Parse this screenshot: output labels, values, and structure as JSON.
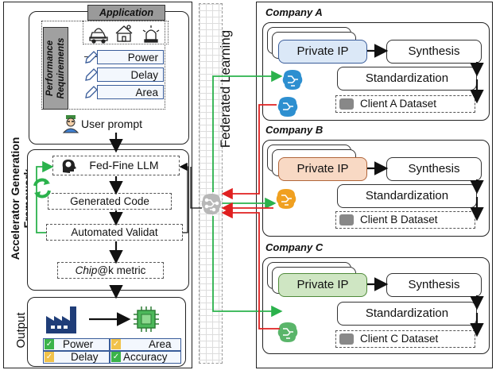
{
  "framework_label": "Accelerator Generation Framework",
  "application": {
    "title": "Application",
    "perf_label": "Performance Requirements",
    "requirements": [
      "Power",
      "Delay",
      "Area"
    ],
    "user_prompt": "User prompt"
  },
  "pipeline": {
    "llm": "Fed-Fine LLM",
    "generated_code": "Generated Code",
    "validation": "Automated Validat",
    "metric_italic": "Chip",
    "metric_rest": "@k metric"
  },
  "federated_label": "Federated Learning",
  "output": {
    "label": "Output",
    "metrics": [
      "Power",
      "Area",
      "Delay",
      "Accuracy"
    ]
  },
  "companies": [
    {
      "name": "Company A",
      "private_ip": "Private IP",
      "synthesis": "Synthesis",
      "standardization": "Standardization",
      "dataset": "Client A Dataset",
      "ip_color": "#dbe8f7"
    },
    {
      "name": "Company B",
      "private_ip": "Private IP",
      "synthesis": "Synthesis",
      "standardization": "Standardization",
      "dataset": "Client B Dataset",
      "ip_color": "#f8d9c4"
    },
    {
      "name": "Company C",
      "private_ip": "Private IP",
      "synthesis": "Synthesis",
      "standardization": "Standardization",
      "dataset": "Client C Dataset",
      "ip_color": "#cfe6c3"
    }
  ],
  "colors": {
    "green_arrow": "#2bb24c",
    "red_arrow": "#e02020",
    "brain_blue": "#2d8fd0",
    "brain_orange": "#f0a020",
    "brain_green": "#5ab56a"
  }
}
